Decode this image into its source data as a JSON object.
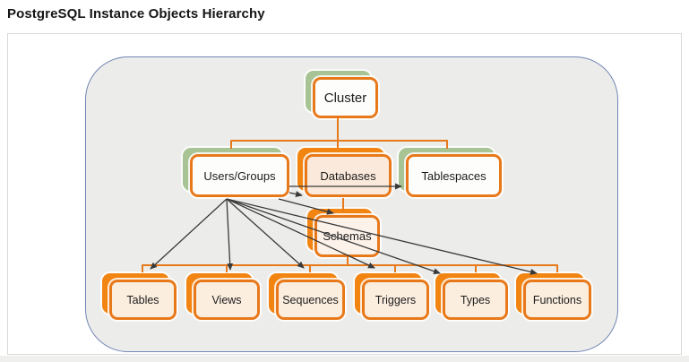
{
  "title": "PostgreSQL Instance Objects Hierarchy",
  "colors": {
    "node_border_orange": "#e8791b",
    "node_shadow_orange": "#f28411",
    "node_shadow_green": "#a8c494",
    "node_fill_white": "#fdfdfb",
    "node_fill_peach": "#fbeadb",
    "canvas_fill": "#ececea",
    "canvas_border_blue": "#7286b5",
    "connector_orange": "#e8791b",
    "arrow_black": "#3a3a3a"
  },
  "diagram": {
    "nodes": {
      "cluster": {
        "label": "Cluster"
      },
      "users": {
        "label": "Users/Groups"
      },
      "databases": {
        "label": "Databases"
      },
      "tablespaces": {
        "label": "Tablespaces"
      },
      "schemas": {
        "label": "Schemas"
      },
      "tables": {
        "label": "Tables"
      },
      "views": {
        "label": "Views"
      },
      "sequences": {
        "label": "Sequences"
      },
      "triggers": {
        "label": "Triggers"
      },
      "types": {
        "label": "Types"
      },
      "functions": {
        "label": "Functions"
      }
    },
    "edges": [
      {
        "from": "cluster",
        "to": "users",
        "style": "orange-connector"
      },
      {
        "from": "cluster",
        "to": "databases",
        "style": "orange-connector"
      },
      {
        "from": "cluster",
        "to": "tablespaces",
        "style": "orange-connector"
      },
      {
        "from": "databases",
        "to": "schemas",
        "style": "orange-connector"
      },
      {
        "from": "schemas",
        "to": "tables",
        "style": "orange-connector"
      },
      {
        "from": "schemas",
        "to": "views",
        "style": "orange-connector"
      },
      {
        "from": "schemas",
        "to": "sequences",
        "style": "orange-connector"
      },
      {
        "from": "schemas",
        "to": "triggers",
        "style": "orange-connector"
      },
      {
        "from": "schemas",
        "to": "types",
        "style": "orange-connector"
      },
      {
        "from": "schemas",
        "to": "functions",
        "style": "orange-connector"
      },
      {
        "from": "users",
        "to": "databases",
        "style": "black-arrow"
      },
      {
        "from": "users",
        "to": "tablespaces",
        "style": "black-arrow"
      },
      {
        "from": "users",
        "to": "schemas",
        "style": "black-arrow"
      },
      {
        "from": "users",
        "to": "tables",
        "style": "black-arrow"
      },
      {
        "from": "users",
        "to": "views",
        "style": "black-arrow"
      },
      {
        "from": "users",
        "to": "sequences",
        "style": "black-arrow"
      },
      {
        "from": "users",
        "to": "triggers",
        "style": "black-arrow"
      },
      {
        "from": "users",
        "to": "types",
        "style": "black-arrow"
      },
      {
        "from": "users",
        "to": "functions",
        "style": "black-arrow"
      }
    ]
  }
}
